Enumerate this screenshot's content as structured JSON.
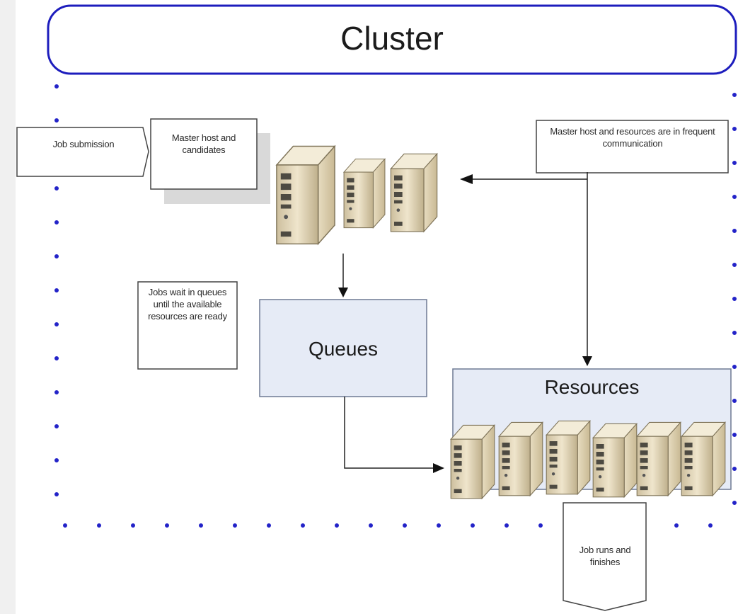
{
  "title": "Cluster",
  "labels": {
    "job_submission": "Job submission",
    "master_candidates": "Master host and candidates",
    "master_resources_comm": "Master host and resources are in frequent communication",
    "jobs_wait": "Jobs wait in queues until the available resources are ready",
    "queues": "Queues",
    "resources": "Resources",
    "job_runs": "Job runs and finishes"
  },
  "colors": {
    "frame": "#1d1dbd",
    "dots": "#2323c8",
    "box_fill": "#e6ebf6",
    "line": "#222222"
  },
  "icons": {
    "server": "server-icon"
  }
}
